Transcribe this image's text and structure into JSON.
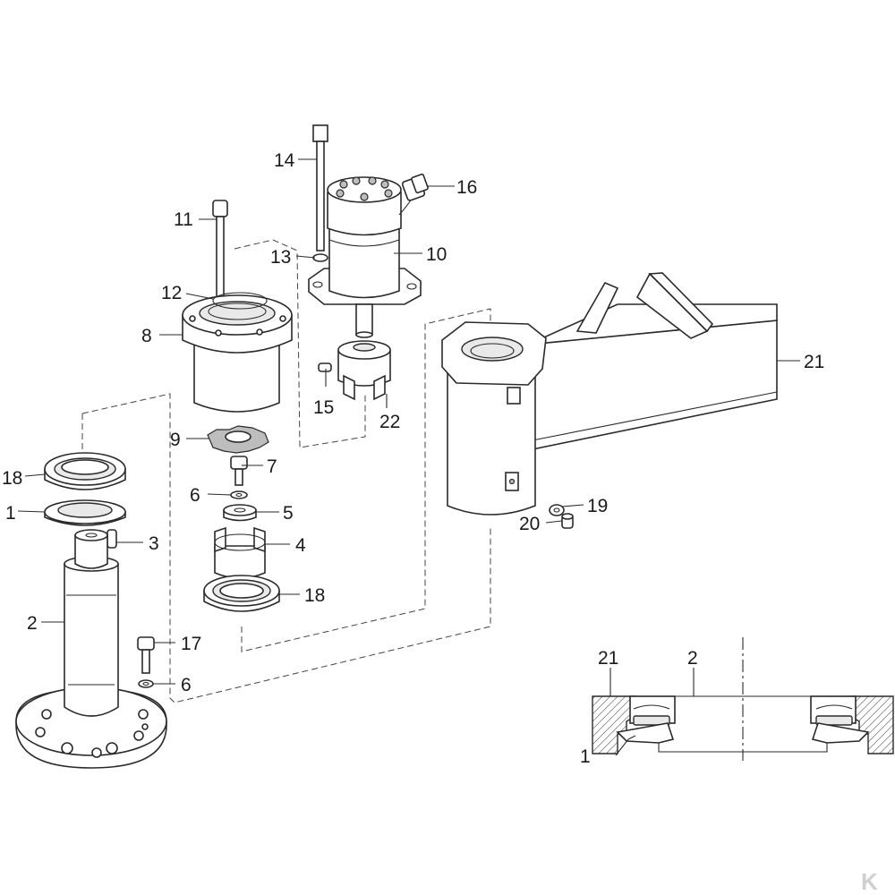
{
  "callouts": {
    "c1": "1",
    "c2": "2",
    "c3": "3",
    "c4": "4",
    "c5": "5",
    "c6a": "6",
    "c6b": "6",
    "c7": "7",
    "c8": "8",
    "c9": "9",
    "c10": "10",
    "c11": "11",
    "c12": "12",
    "c13": "13",
    "c14": "14",
    "c15": "15",
    "c16": "16",
    "c17": "17",
    "c18a": "18",
    "c18b": "18",
    "c19": "19",
    "c20": "20",
    "c21": "21",
    "c22": "22"
  },
  "section_view": {
    "c21": "21",
    "c2": "2",
    "c1": "1"
  },
  "brand_mark": "K"
}
